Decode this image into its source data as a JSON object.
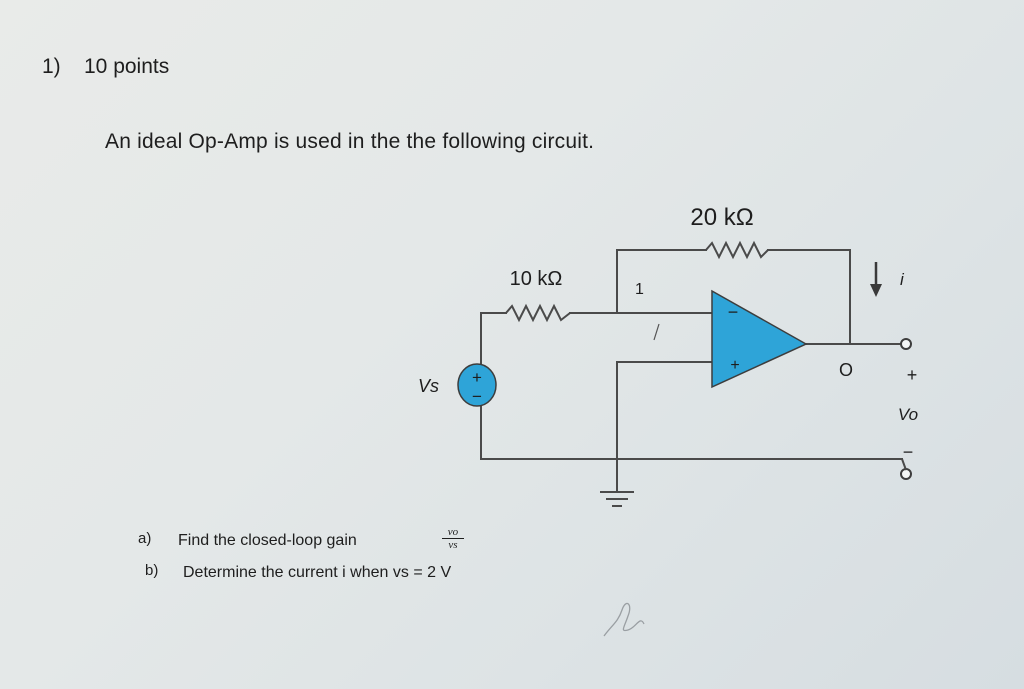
{
  "header": {
    "problem_number": "1)",
    "points": "10 points"
  },
  "intro": "An ideal Op-Amp is used in the the following circuit.",
  "circuit": {
    "resistor_feedback_label": "20 kΩ",
    "resistor_input_label": "10 kΩ",
    "node_label": "1",
    "source_label": "Vs",
    "source_plus": "+",
    "source_minus": "−",
    "opamp_minus": "−",
    "opamp_plus": "+",
    "output_node_label": "O",
    "current_label": "i",
    "output_plus": "+",
    "output_voltage_label": "Vo",
    "output_minus": "−"
  },
  "questions": [
    {
      "letter": "a)",
      "text": "Find the closed-loop gain",
      "fraction_num": "vo",
      "fraction_den": "vs"
    },
    {
      "letter": "b)",
      "text": "Determine the current i when vs = 2 V"
    }
  ],
  "colors": {
    "opamp_fill": "#2ea4d8",
    "source_fill": "#2ea4d8",
    "wire": "#4a4a4a"
  }
}
